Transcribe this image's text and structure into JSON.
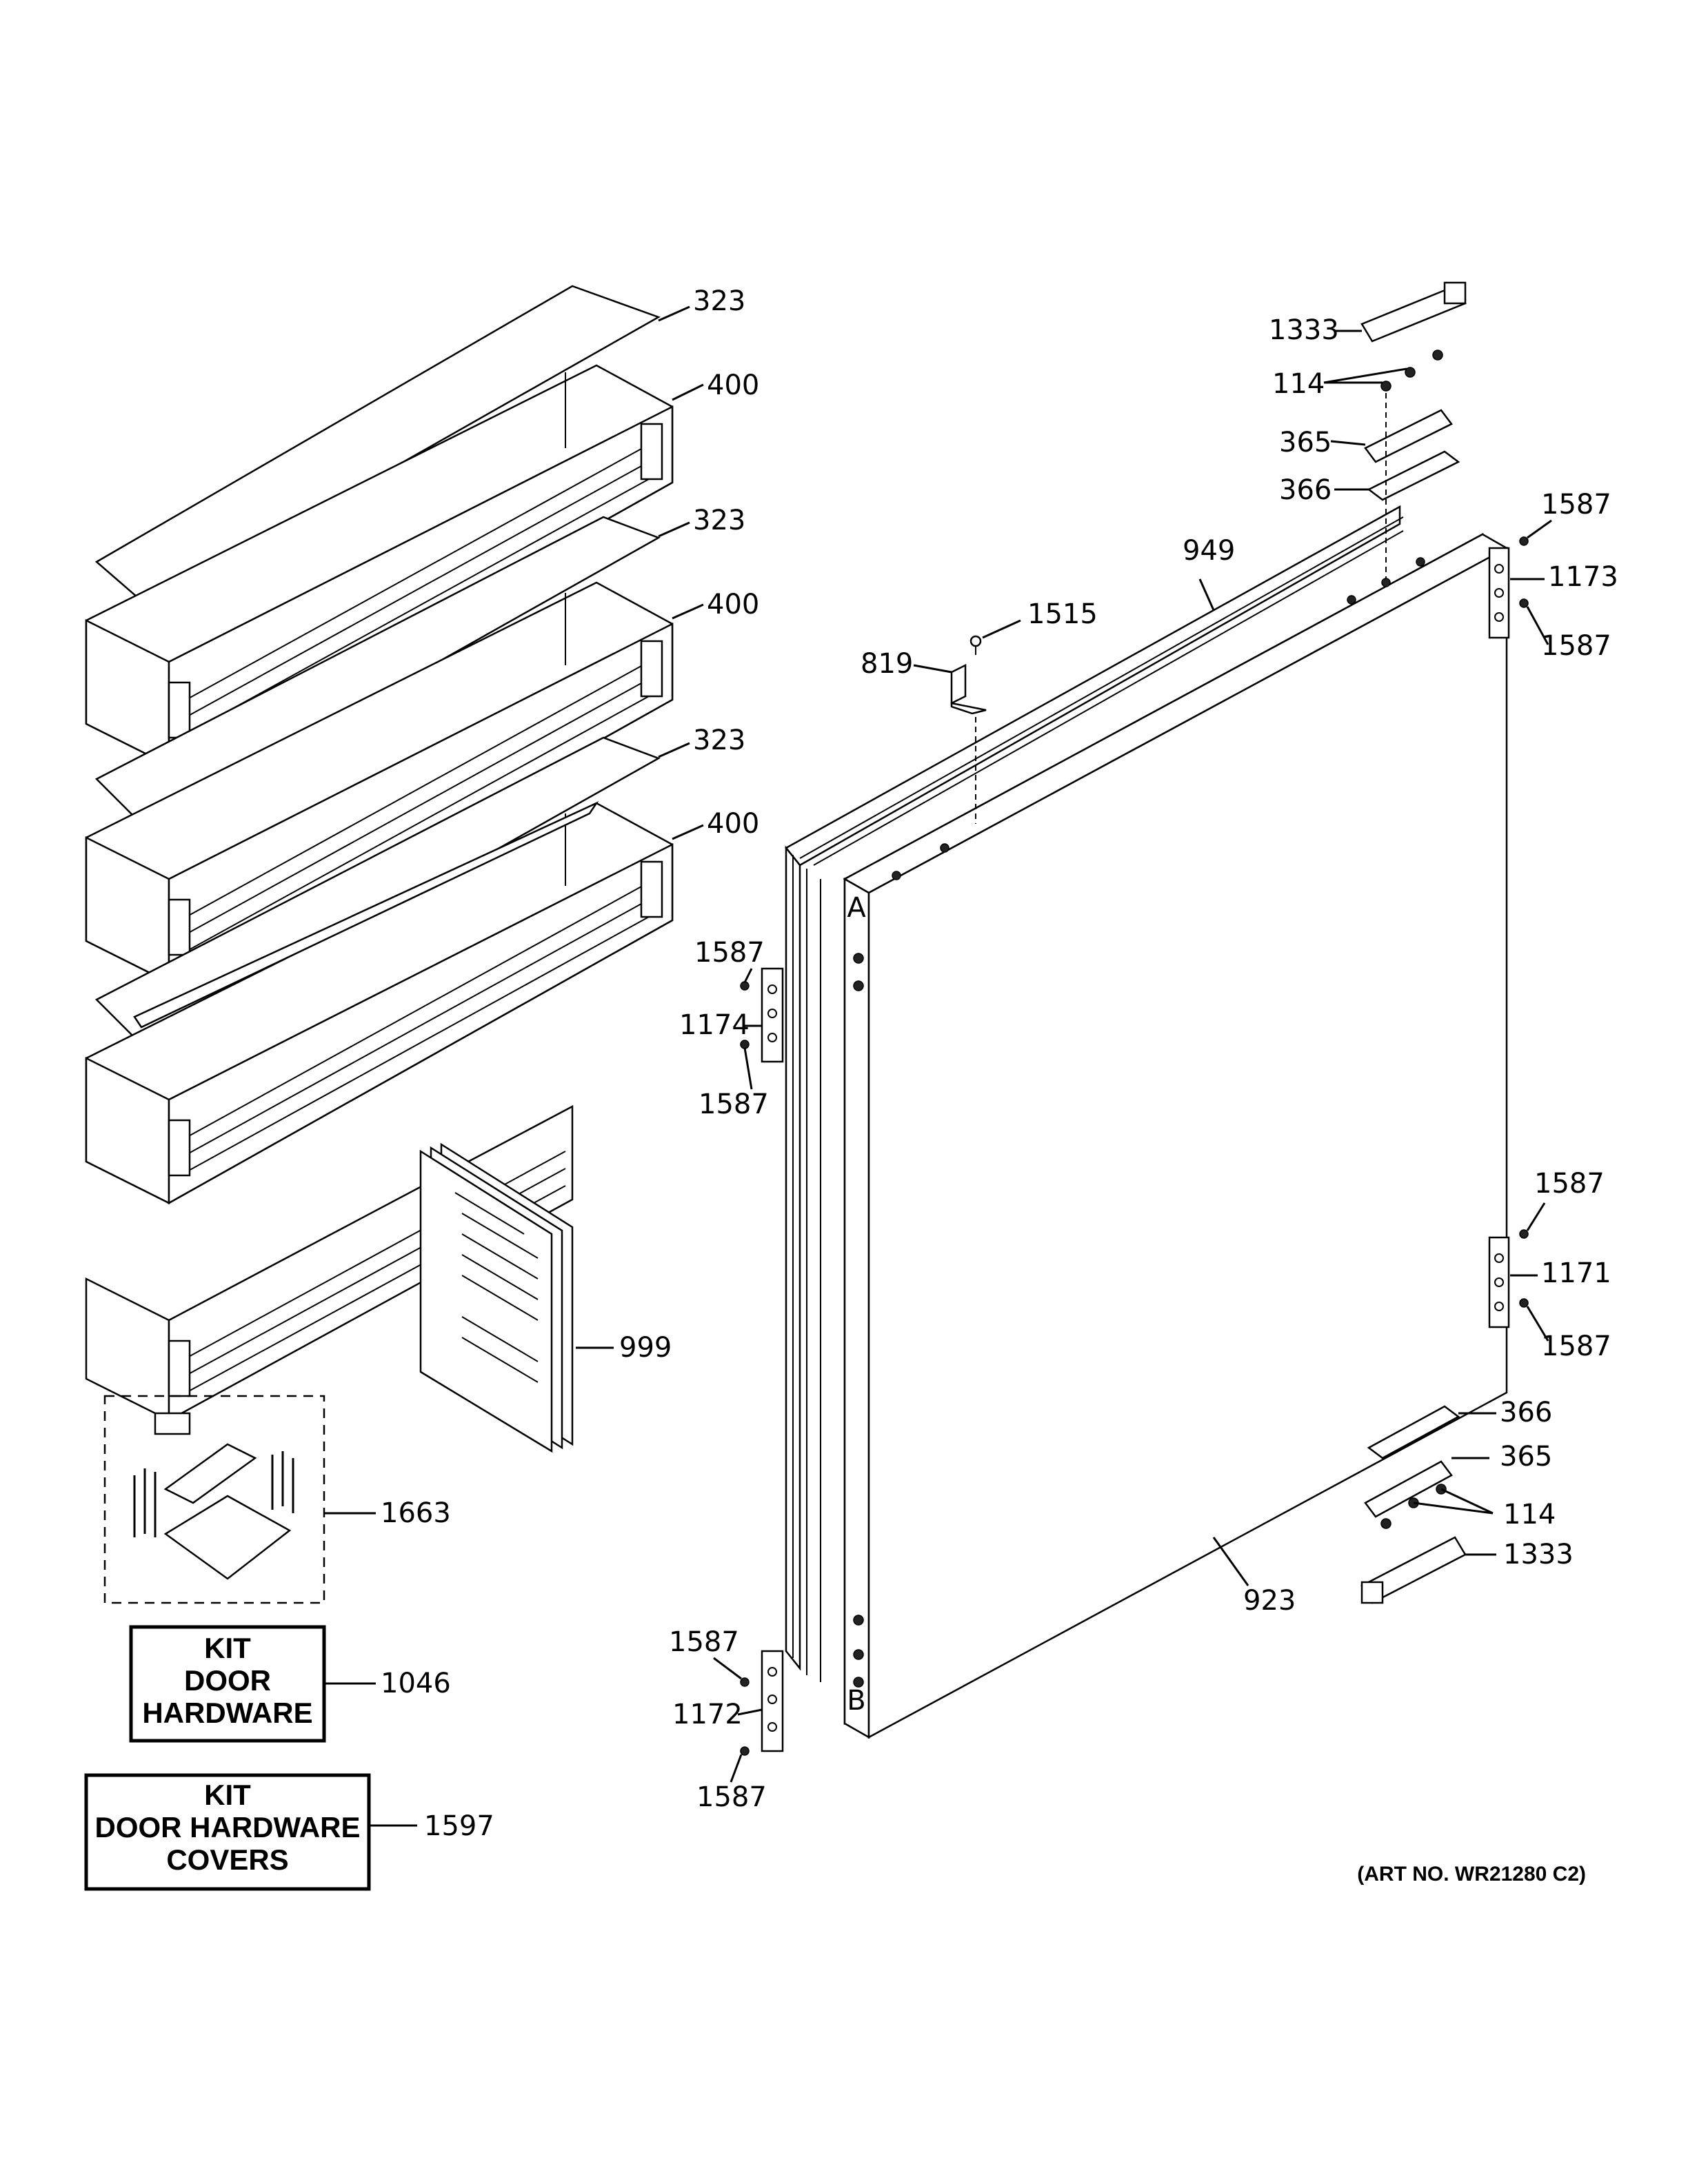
{
  "callouts": [
    {
      "id": "c323a",
      "text": "323"
    },
    {
      "id": "c400a",
      "text": "400"
    },
    {
      "id": "c323b",
      "text": "323"
    },
    {
      "id": "c400b",
      "text": "400"
    },
    {
      "id": "c323c",
      "text": "323"
    },
    {
      "id": "c400c",
      "text": "400"
    },
    {
      "id": "c1333a",
      "text": "1333"
    },
    {
      "id": "c114a",
      "text": "114"
    },
    {
      "id": "c365a",
      "text": "365"
    },
    {
      "id": "c366a",
      "text": "366"
    },
    {
      "id": "c1587a",
      "text": "1587"
    },
    {
      "id": "c1173",
      "text": "1173"
    },
    {
      "id": "c1587b",
      "text": "1587"
    },
    {
      "id": "c949",
      "text": "949"
    },
    {
      "id": "c1515",
      "text": "1515"
    },
    {
      "id": "c819",
      "text": "819"
    },
    {
      "id": "c1587c",
      "text": "1587"
    },
    {
      "id": "c1174",
      "text": "1174"
    },
    {
      "id": "c1587d",
      "text": "1587"
    },
    {
      "id": "c1587e",
      "text": "1587"
    },
    {
      "id": "c1171",
      "text": "1171"
    },
    {
      "id": "c1587f",
      "text": "1587"
    },
    {
      "id": "c999",
      "text": "999"
    },
    {
      "id": "c366b",
      "text": "366"
    },
    {
      "id": "c365b",
      "text": "365"
    },
    {
      "id": "c114b",
      "text": "114"
    },
    {
      "id": "c1333b",
      "text": "1333"
    },
    {
      "id": "c1663",
      "text": "1663"
    },
    {
      "id": "c923",
      "text": "923"
    },
    {
      "id": "c1587g",
      "text": "1587"
    },
    {
      "id": "c1046",
      "text": "1046"
    },
    {
      "id": "c1172",
      "text": "1172"
    },
    {
      "id": "c1587h",
      "text": "1587"
    },
    {
      "id": "c1597",
      "text": "1597"
    }
  ],
  "kits": {
    "door_hardware": [
      "KIT",
      "DOOR",
      "HARDWARE"
    ],
    "door_hardware_covers": [
      "KIT",
      "DOOR HARDWARE",
      "COVERS"
    ]
  },
  "hinge_marks": {
    "top": "A",
    "bottom": "B"
  },
  "art_number": "(ART NO. WR21280 C2)"
}
